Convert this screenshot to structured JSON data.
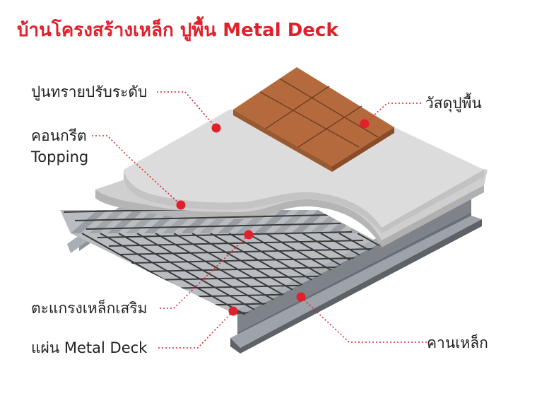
{
  "title": "บ้านโครงสร้างเหล็ก ปูพื้น Metal Deck",
  "labels": {
    "leveling_mortar": "ปูนทรายปรับระดับ",
    "floor_finish": "วัสดุปูพื้น",
    "concrete_line1": "คอนกรีต",
    "concrete_line2": "Topping",
    "rebar_mesh": "ตะแกรงเหล็กเสริม",
    "metal_deck": "แผ่น Metal Deck",
    "steel_beam": "คานเหล็ก"
  },
  "colors": {
    "title": "#e0202a",
    "marker": "#e0202a",
    "tile": "#b46a3c",
    "tile_grout": "#6e3f21",
    "mortar": "#d9d9d9",
    "concrete": "#cccccc",
    "steel": "#8d9299",
    "rebar": "#3a3a3a",
    "text": "#222222"
  }
}
